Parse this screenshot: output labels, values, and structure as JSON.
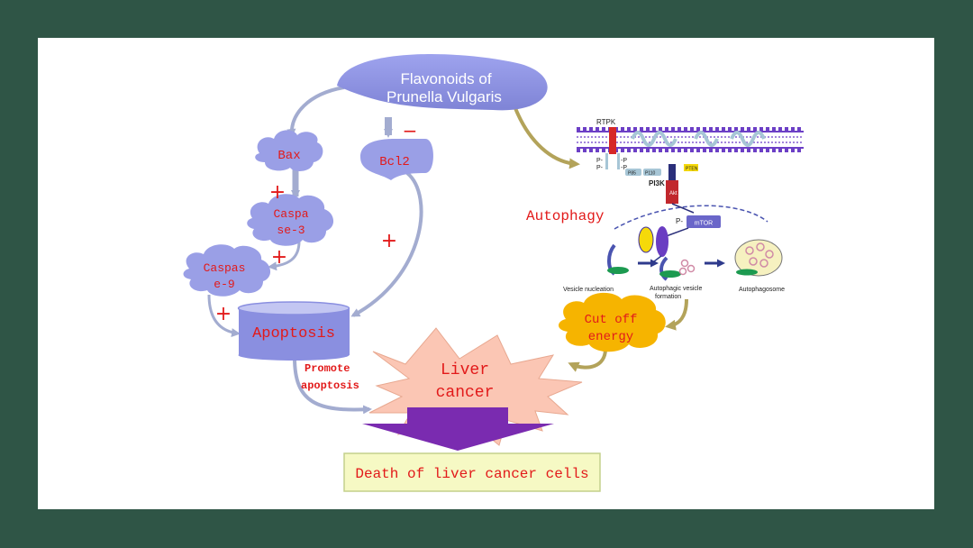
{
  "nodes": {
    "flavonoids": {
      "line1": "Flavonoids of",
      "line2": "Prunella Vulgaris"
    },
    "bax": "Bax",
    "bcl2": "Bcl2",
    "caspase3": {
      "line1": "Caspa",
      "line2": "se-3"
    },
    "caspase9": {
      "line1": "Caspas",
      "line2": "e-9"
    },
    "apoptosis": "Apoptosis",
    "liver_cancer": {
      "line1": "Liver",
      "line2": "cancer"
    },
    "promote": {
      "line1": "Promote",
      "line2": "apoptosis"
    },
    "cut_off": {
      "line1": "Cut off",
      "line2": "energy"
    },
    "autophagy": "Autophagy",
    "death": "Death of liver cancer cells"
  },
  "signs": {
    "minus": "−",
    "plus": "+"
  },
  "pathway": {
    "rtpk": "RTPK",
    "pi3k": "PI3K",
    "akt": "Akt",
    "mtor": "mTOR",
    "p_mtor": "P-",
    "pten": "PTEN",
    "p85": "P85",
    "p110": "P110",
    "p_marks": [
      "P-",
      "P-",
      "-P",
      "-P"
    ],
    "vesicle_nucleation": "Vesicle nucleation",
    "autophagic_vesicle": {
      "line1": "Autophagic vesicle",
      "line2": "formation"
    },
    "autophagosome": "Autophagosome"
  },
  "colors": {
    "background": "#2f5546",
    "panel": "#ffffff",
    "lavender": "#8a8fe0",
    "red_text": "#e21a1a",
    "arrow": "#a3acd0",
    "liver_fill": "#fbc6b4",
    "cut_off_fill": "#f6b400",
    "death_fill": "#f6f9c4",
    "big_arrow": "#7a2bb0",
    "membrane": "#6c3fc6",
    "olive_arrow": "#b3a35a"
  }
}
